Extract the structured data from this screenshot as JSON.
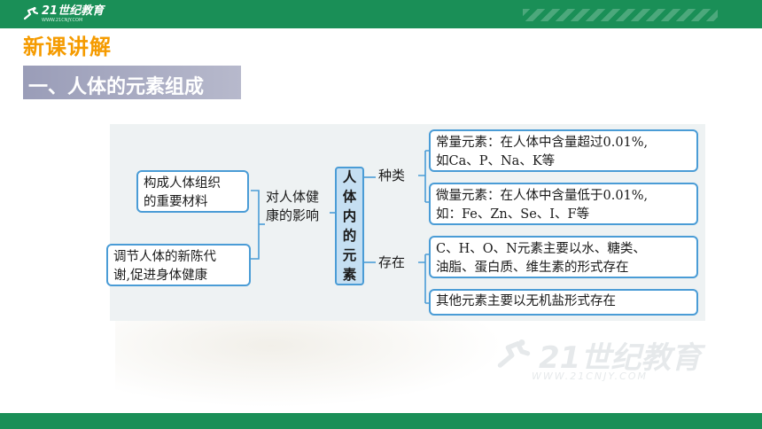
{
  "header": {
    "logo_text": "21世纪教育",
    "logo_url": "WWW.21CNJY.COM",
    "accent": "#1a8f57"
  },
  "course_title": "新课讲解",
  "section_title": "一、人体的元素组成",
  "diagram": {
    "center_chars": [
      "人",
      "体",
      "内",
      "的",
      "元",
      "素"
    ],
    "left_boxes": [
      {
        "lines": [
          "构成人体组织",
          "的重要材料"
        ]
      },
      {
        "lines": [
          "调节人体的新陈代",
          "谢,促进身体健康"
        ]
      }
    ],
    "left_label": [
      "对人体健",
      "康的影响"
    ],
    "right_labels": {
      "kinds": "种类",
      "existence": "存在"
    },
    "right_boxes": [
      {
        "lines": [
          "常量元素：在人体中含量超过0.01%,",
          "如Ca、P、Na、K等"
        ]
      },
      {
        "lines": [
          "微量元素：在人体中含量低于0.01%,",
          "如：Fe、Zn、Se、I、F等"
        ]
      },
      {
        "lines": [
          "C、H、O、N元素主要以水、糖类、",
          "油脂、蛋白质、维生素的形式存在"
        ]
      },
      {
        "lines": [
          "其他元素主要以无机盐形式存在"
        ]
      }
    ]
  },
  "watermark": {
    "text": "21世纪教育",
    "url": "WWW.21CNJY.COM"
  }
}
